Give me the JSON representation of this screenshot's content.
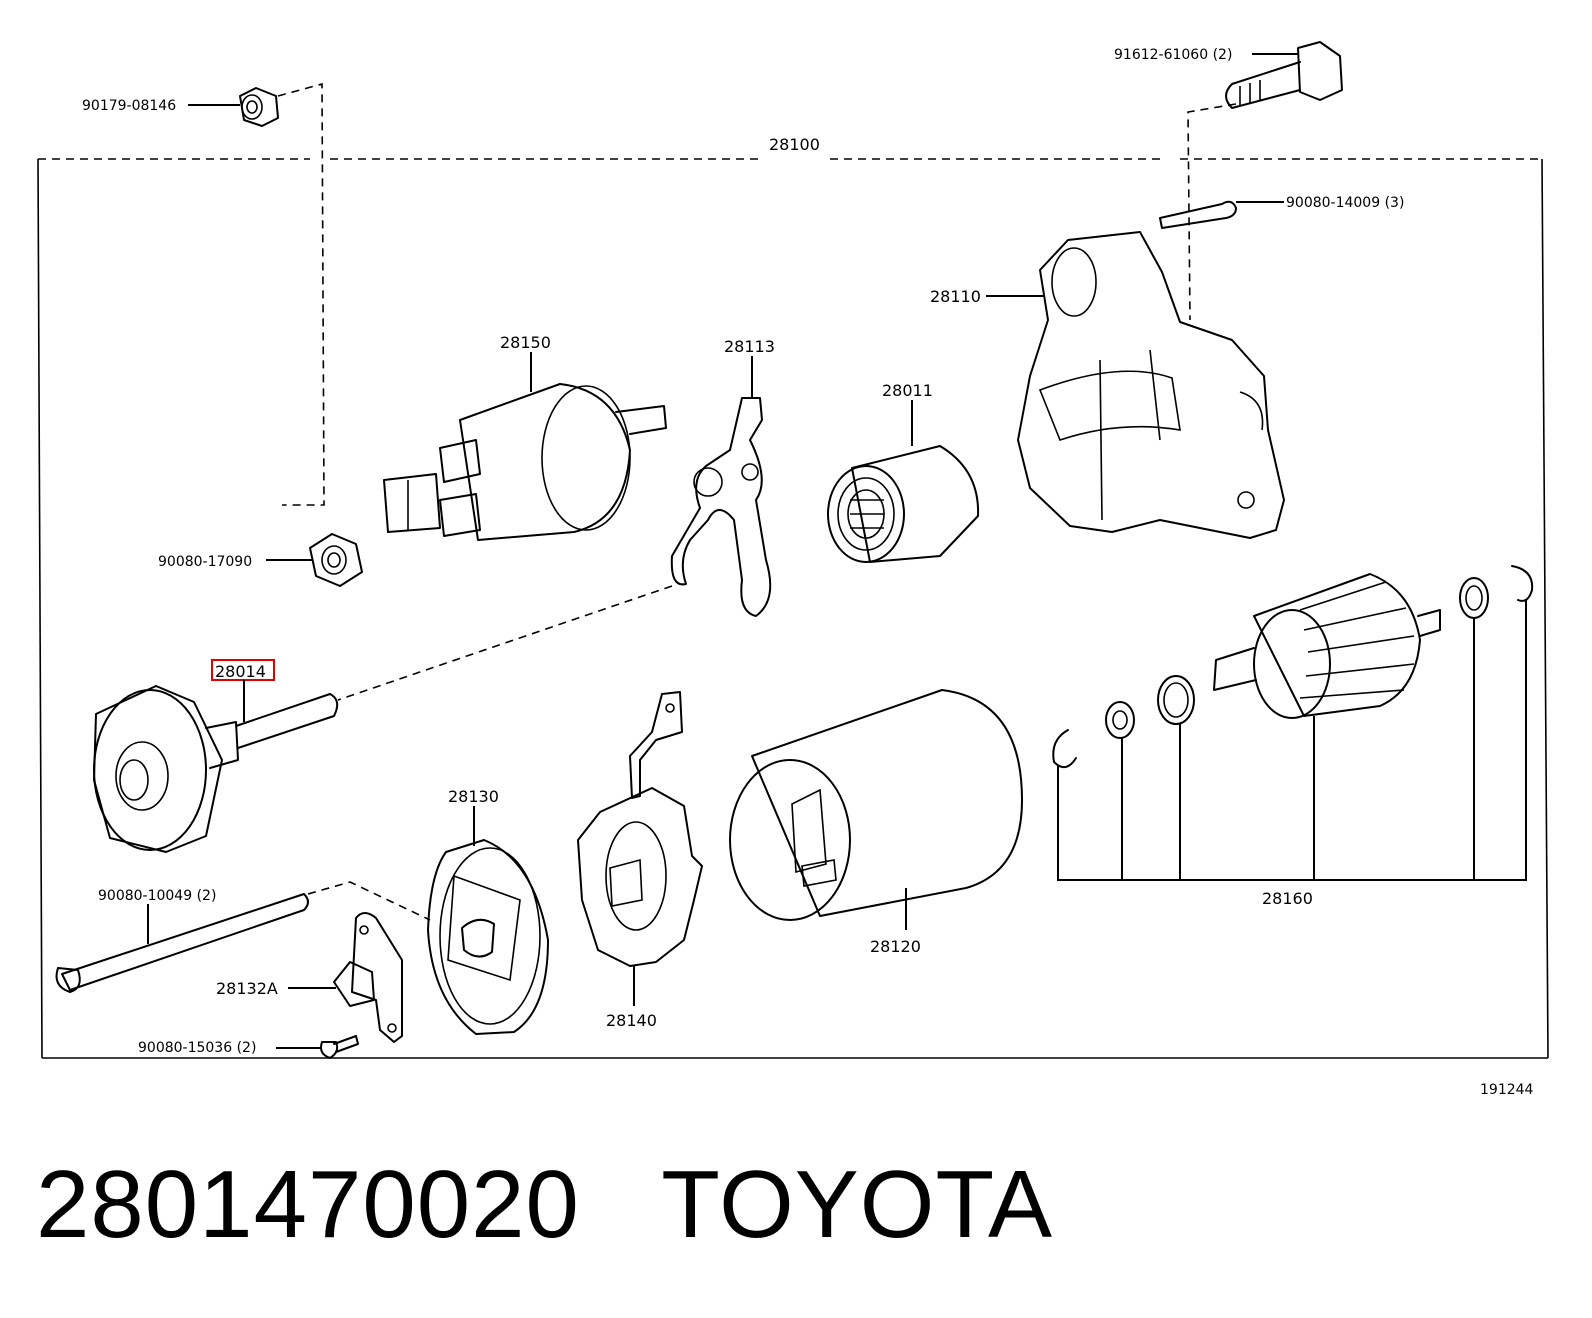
{
  "diagram": {
    "assembly_label": "28100",
    "drawing_number": "191244",
    "highlighted_part": "28014",
    "highlight_color": "#e00000",
    "labels": {
      "p90179": "90179-08146",
      "p91612": "91612-61060 (2)",
      "p90080_14009": "90080-14009 (3)",
      "p28110": "28110",
      "p28150": "28150",
      "p28113": "28113",
      "p28011": "28011",
      "p90080_17090": "90080-17090",
      "p28014": "28014",
      "p28130": "28130",
      "p90080_10049": "90080-10049 (2)",
      "p28132A": "28132A",
      "p90080_15036": "90080-15036 (2)",
      "p28140": "28140",
      "p28120": "28120",
      "p28160": "28160"
    }
  },
  "caption": {
    "part_number": "2801470020",
    "brand": "TOYOTA"
  }
}
